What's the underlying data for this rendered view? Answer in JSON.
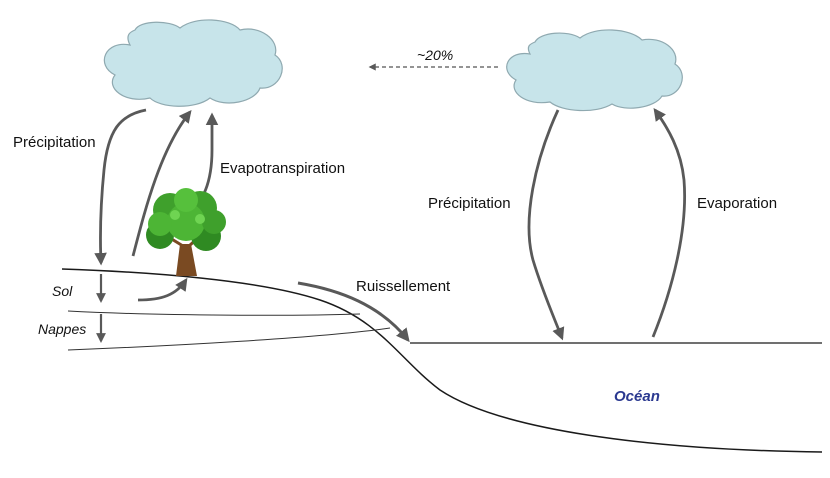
{
  "labels": {
    "percent": "~20%",
    "precip_left": "Précipitation",
    "evapotranspiration": "Evapotranspiration",
    "precip_right": "Précipitation",
    "evaporation": "Evaporation",
    "runoff": "Ruissellement",
    "soil": "Sol",
    "aquifers": "Nappes",
    "ocean": "Océan"
  },
  "colors": {
    "cloud_fill": "#c7e4ea",
    "cloud_stroke": "#8fa9b0",
    "arrow": "#595959",
    "ground_line": "#1a1a1a",
    "tree_foliage": "#3fa02c",
    "tree_trunk": "#7a4a22",
    "ocean_label": "#2b3990"
  }
}
